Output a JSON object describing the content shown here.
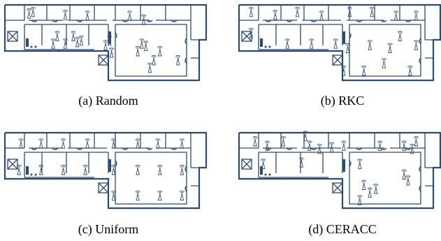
{
  "panels": [
    {
      "id": "a",
      "caption": "(a)  Random",
      "aps": [
        [
          0.12,
          0.12
        ],
        [
          0.14,
          0.1
        ],
        [
          0.3,
          0.14
        ],
        [
          0.41,
          0.15
        ],
        [
          0.62,
          0.15
        ],
        [
          0.69,
          0.2
        ],
        [
          0.24,
          0.52
        ],
        [
          0.3,
          0.52
        ],
        [
          0.36,
          0.5
        ],
        [
          0.34,
          0.42
        ],
        [
          0.38,
          0.48
        ],
        [
          0.26,
          0.42
        ],
        [
          0.52,
          0.48
        ],
        [
          0.5,
          0.54
        ],
        [
          0.53,
          0.64
        ],
        [
          0.68,
          0.52
        ],
        [
          0.66,
          0.62
        ],
        [
          0.7,
          0.55
        ],
        [
          0.77,
          0.62
        ],
        [
          0.74,
          0.74
        ],
        [
          0.86,
          0.74
        ],
        [
          0.72,
          0.84
        ]
      ]
    },
    {
      "id": "b",
      "caption": "(b)  RKC",
      "aps": [
        [
          0.06,
          0.1
        ],
        [
          0.18,
          0.14
        ],
        [
          0.29,
          0.1
        ],
        [
          0.41,
          0.15
        ],
        [
          0.55,
          0.1
        ],
        [
          0.66,
          0.1
        ],
        [
          0.78,
          0.15
        ],
        [
          0.88,
          0.15
        ],
        [
          0.06,
          0.38
        ],
        [
          0.24,
          0.52
        ],
        [
          0.36,
          0.52
        ],
        [
          0.48,
          0.52
        ],
        [
          0.54,
          0.58
        ],
        [
          0.65,
          0.54
        ],
        [
          0.75,
          0.58
        ],
        [
          0.8,
          0.42
        ],
        [
          0.88,
          0.54
        ],
        [
          0.52,
          0.88
        ],
        [
          0.62,
          0.88
        ],
        [
          0.72,
          0.78
        ],
        [
          0.85,
          0.88
        ]
      ]
    },
    {
      "id": "c",
      "caption": "(c)  Uniform",
      "aps": [
        [
          0.08,
          0.15
        ],
        [
          0.18,
          0.15
        ],
        [
          0.29,
          0.15
        ],
        [
          0.41,
          0.15
        ],
        [
          0.54,
          0.15
        ],
        [
          0.66,
          0.15
        ],
        [
          0.76,
          0.15
        ],
        [
          0.88,
          0.15
        ],
        [
          0.07,
          0.5
        ],
        [
          0.18,
          0.5
        ],
        [
          0.29,
          0.5
        ],
        [
          0.4,
          0.5
        ],
        [
          0.54,
          0.5
        ],
        [
          0.66,
          0.5
        ],
        [
          0.77,
          0.5
        ],
        [
          0.88,
          0.5
        ],
        [
          0.54,
          0.84
        ],
        [
          0.66,
          0.84
        ],
        [
          0.77,
          0.84
        ],
        [
          0.88,
          0.84
        ]
      ]
    },
    {
      "id": "d",
      "caption": "(d)  CERACC",
      "aps": [
        [
          0.08,
          0.12
        ],
        [
          0.14,
          0.18
        ],
        [
          0.22,
          0.12
        ],
        [
          0.33,
          0.05
        ],
        [
          0.35,
          0.18
        ],
        [
          0.4,
          0.22
        ],
        [
          0.46,
          0.2
        ],
        [
          0.52,
          0.18
        ],
        [
          0.7,
          0.18
        ],
        [
          0.82,
          0.18
        ],
        [
          0.86,
          0.22
        ],
        [
          0.88,
          0.12
        ],
        [
          0.12,
          0.42
        ],
        [
          0.31,
          0.4
        ],
        [
          0.6,
          0.42
        ],
        [
          0.62,
          0.7
        ],
        [
          0.65,
          0.8
        ],
        [
          0.68,
          0.75
        ],
        [
          0.6,
          0.9
        ],
        [
          0.82,
          0.56
        ],
        [
          0.84,
          0.64
        ]
      ]
    }
  ],
  "icons": {
    "access_point": "antenna-icon"
  },
  "colors": {
    "walls": "#2a4b74",
    "caption": "#000000",
    "background": "#ffffff"
  }
}
